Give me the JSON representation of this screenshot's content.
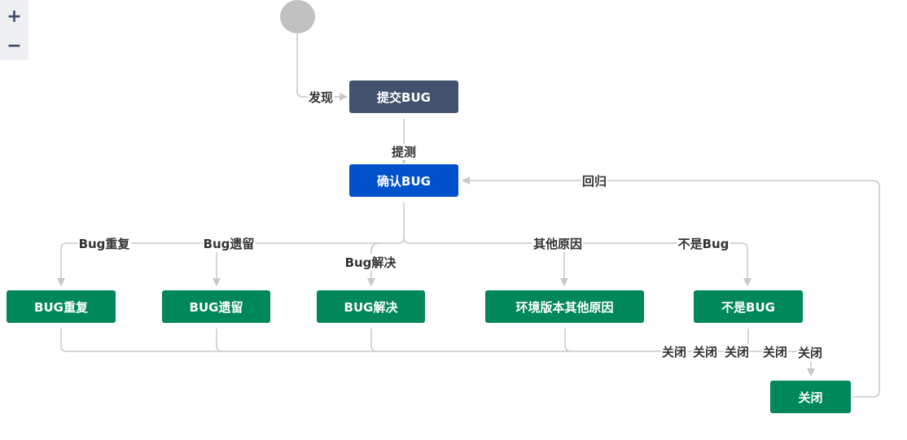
{
  "zoom": {
    "in_label": "+",
    "out_label": "−"
  },
  "statuses": {
    "submit": "提交BUG",
    "confirm": "确认BUG",
    "duplicate": "BUG重复",
    "remain": "BUG遗留",
    "resolved": "BUG解决",
    "env_other": "环境版本其他原因",
    "not_bug": "不是BUG",
    "closed": "关闭"
  },
  "transitions": {
    "discover": "发现",
    "submit_test": "提测",
    "regression": "回归",
    "bug_duplicate": "Bug重复",
    "bug_remain": "Bug遗留",
    "bug_resolved": "Bug解决",
    "other_reason": "其他原因",
    "not_bug": "不是Bug",
    "close_1": "关闭",
    "close_2": "关闭",
    "close_3": "关闭",
    "close_4": "关闭",
    "close_5": "关闭"
  },
  "colors": {
    "initial": "#42526e",
    "in_progress": "#0052cc",
    "done": "#00875a",
    "start": "#c1c1c1",
    "edge": "#c8c8c8"
  }
}
